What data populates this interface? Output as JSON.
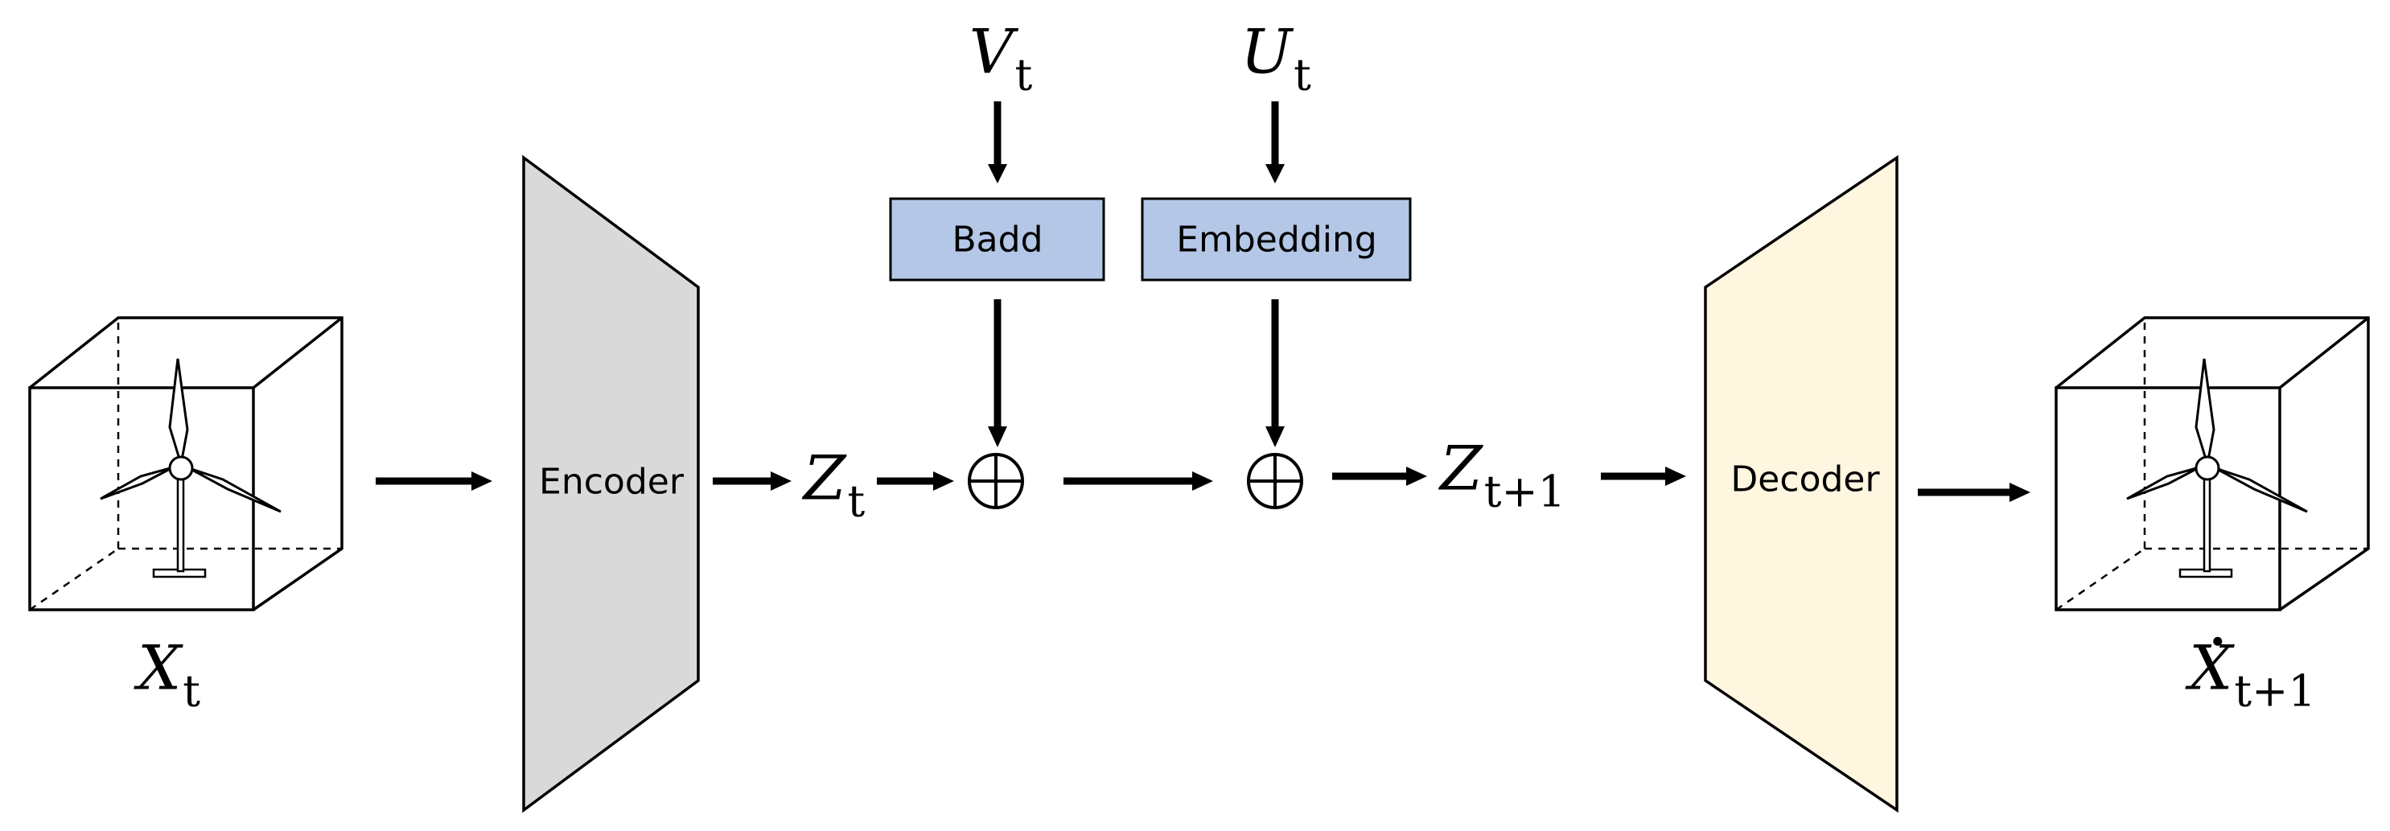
{
  "labels": {
    "encoder": "Encoder",
    "decoder": "Decoder",
    "badd": "Badd",
    "embedding": "Embedding",
    "x_in": {
      "base": "X",
      "sub": "t"
    },
    "x_out": {
      "base": "X",
      "sub": "t+1"
    },
    "z_t": {
      "base": "Z",
      "sub": "t"
    },
    "z_next": {
      "base": "Z",
      "sub": "t+1"
    },
    "v_t": {
      "base": "V",
      "sub": "t"
    },
    "u_t": {
      "base": "U",
      "sub": "t"
    }
  },
  "colors": {
    "encoder_fill": "#d9d9d9",
    "decoder_fill": "#fff6e0",
    "box_fill": "#b4c7e7",
    "stroke": "#000000"
  },
  "icons": {
    "input_cube": "wind-turbine-cube-icon",
    "output_cube": "wind-turbine-cube-icon",
    "add_operator": "circled-plus-icon"
  }
}
